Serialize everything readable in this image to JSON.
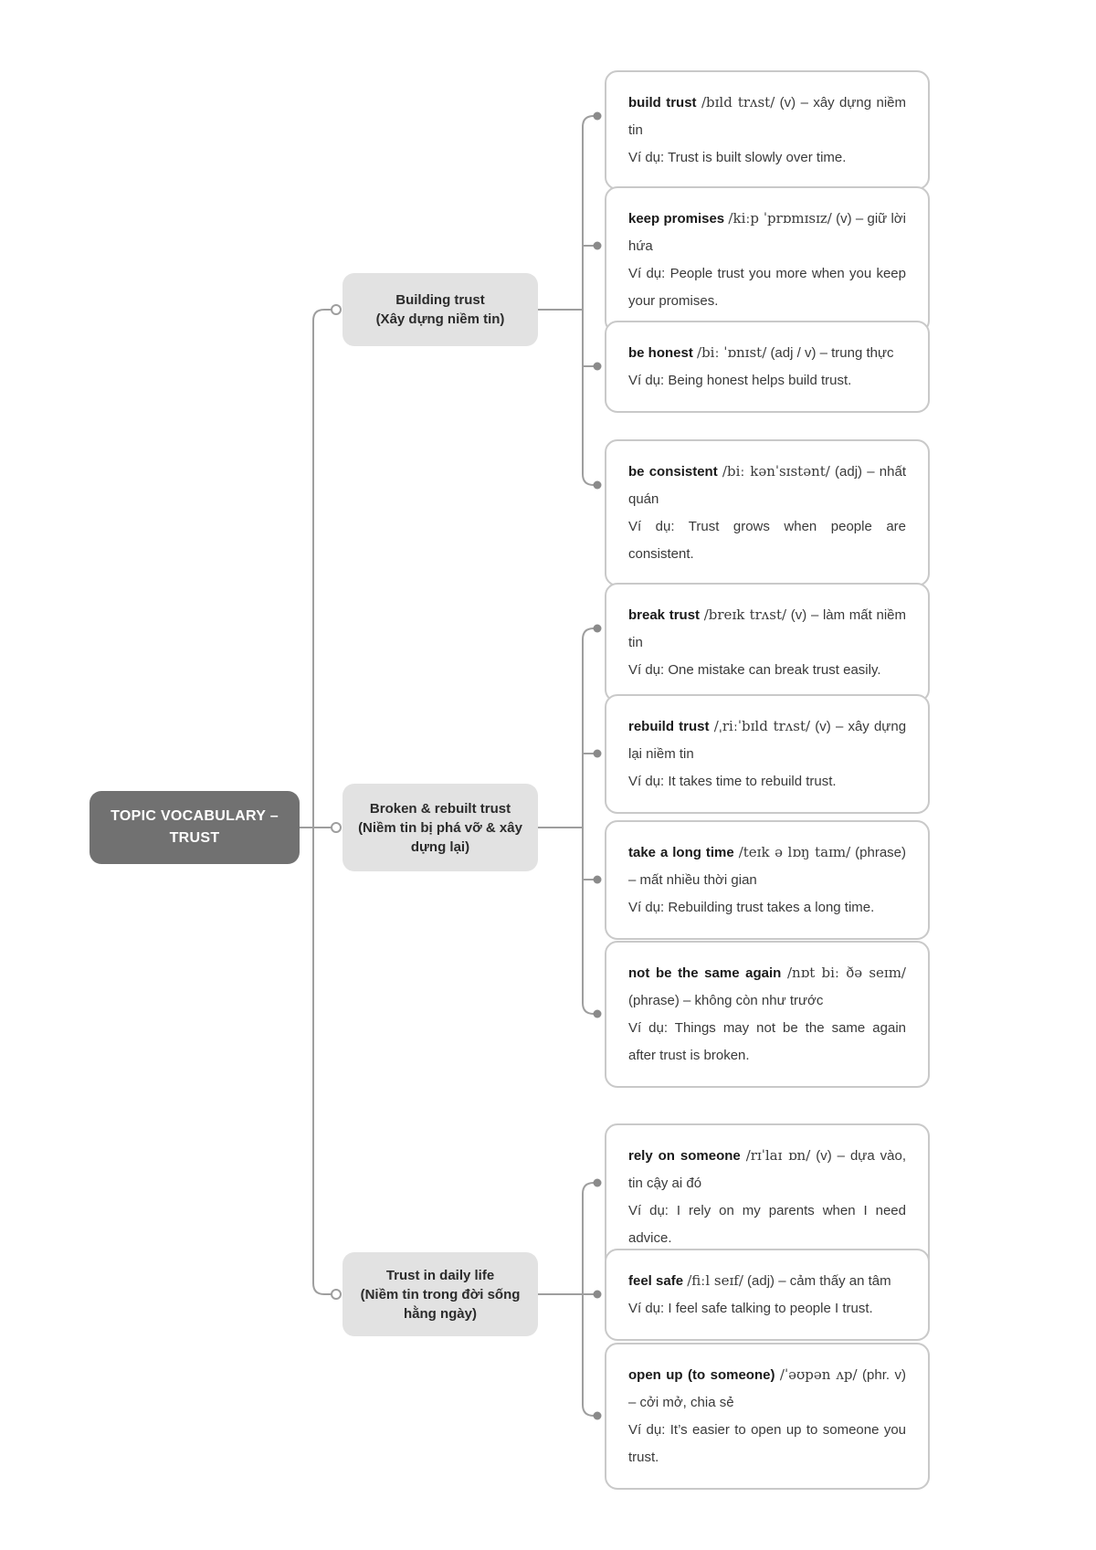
{
  "root": {
    "title": "TOPIC VOCABULARY – TRUST"
  },
  "categories": [
    {
      "label": "Building trust",
      "sublabel": "(Xây dựng niềm tin)"
    },
    {
      "label": "Broken & rebuilt trust",
      "sublabel": "(Niềm tin bị phá vỡ & xây dựng lại)"
    },
    {
      "label": "Trust in daily life",
      "sublabel": "(Niềm tin trong đời sống hằng ngày)"
    }
  ],
  "leaves": [
    {
      "term": "build trust",
      "ipa": "/bɪld trʌst/",
      "pos": "(v)",
      "meaning": "– xây dựng niềm tin",
      "example": "Ví dụ: Trust is built slowly over time."
    },
    {
      "term": "keep promises",
      "ipa": "/kiːp ˈprɒmɪsɪz/",
      "pos": "(v)",
      "meaning": "– giữ lời hứa",
      "example": "Ví dụ: People trust you more when you keep your promises."
    },
    {
      "term": "be honest",
      "ipa": "/biː ˈɒnɪst/",
      "pos": "(adj / v)",
      "meaning": "– trung thực",
      "example": "Ví dụ: Being honest helps build trust."
    },
    {
      "term": "be consistent",
      "ipa": "/biː kənˈsɪstənt/",
      "pos": "(adj)",
      "meaning": "– nhất quán",
      "example": "Ví dụ: Trust grows when people are consistent."
    },
    {
      "term": "break trust",
      "ipa": "/breɪk trʌst/",
      "pos": "(v)",
      "meaning": "– làm mất niềm tin",
      "example": "Ví dụ: One mistake can break trust easily."
    },
    {
      "term": "rebuild trust",
      "ipa": "/ˌriːˈbɪld trʌst/",
      "pos": "(v)",
      "meaning": "– xây dựng lại niềm tin",
      "example": "Ví dụ: It takes time to rebuild trust."
    },
    {
      "term": "take a long time",
      "ipa": "/teɪk ə lɒŋ taɪm/",
      "pos": "(phrase)",
      "meaning": "– mất nhiều thời gian",
      "example": "Ví dụ: Rebuilding trust takes a long time."
    },
    {
      "term": "not be the same again",
      "ipa": "/nɒt biː ðə seɪm/",
      "pos": "(phrase)",
      "meaning": "– không còn như trước",
      "example": "Ví dụ: Things may not be the same again after trust is broken."
    },
    {
      "term": "rely on someone",
      "ipa": "/rɪˈlaɪ ɒn/",
      "pos": "(v)",
      "meaning": "– dựa vào, tin cậy ai đó",
      "example": "Ví dụ: I rely on my parents when I need advice."
    },
    {
      "term": "feel safe",
      "ipa": "/fiːl seɪf/",
      "pos": "(adj)",
      "meaning": "– cảm thấy an tâm",
      "example": "Ví dụ: I feel safe talking to people I trust."
    },
    {
      "term": "open up (to someone)",
      "ipa": "/ˈəʊpən ʌp/",
      "pos": "(phr. v)",
      "meaning": "– cởi mở, chia sẻ",
      "example": "Ví dụ: It’s easier to open up to someone you trust."
    }
  ],
  "colors": {
    "line": "#9e9e9e",
    "dot": "#8a8a8a",
    "root-bg": "#717171",
    "root-text": "#ffffff",
    "cat-bg": "#e2e2e2",
    "cat-text": "#2b2b2b",
    "leaf-border": "#c9c9c9",
    "leaf-bg": "#ffffff",
    "text": "#3a3a3a",
    "term": "#1a1a1a",
    "page-bg": "#ffffff"
  }
}
